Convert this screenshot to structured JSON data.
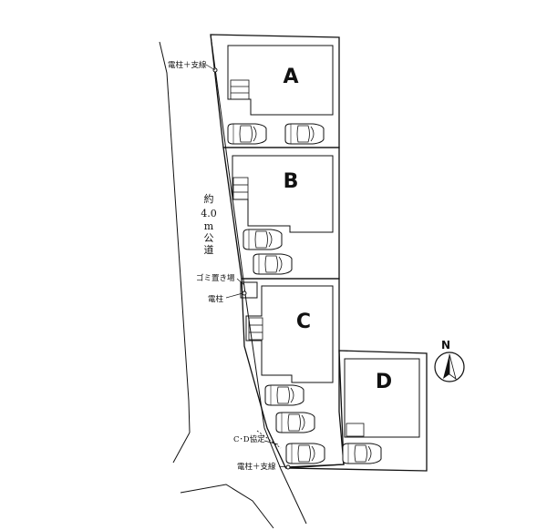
{
  "lots": {
    "a": {
      "label": "A"
    },
    "b": {
      "label": "B"
    },
    "c": {
      "label": "C"
    },
    "d": {
      "label": "D"
    }
  },
  "road": {
    "chars": [
      "約",
      "4.0",
      "m",
      "公",
      "道"
    ]
  },
  "annotations": {
    "pole_stay_top": "電柱＋支線",
    "garbage_area": "ゴミ置き場",
    "pole": "電柱",
    "cd_agreement": "C･D協定",
    "pole_stay_bottom": "電柱＋支線"
  },
  "compass": {
    "label": "N"
  },
  "colors": {
    "line": "#111111",
    "background": "#ffffff"
  }
}
